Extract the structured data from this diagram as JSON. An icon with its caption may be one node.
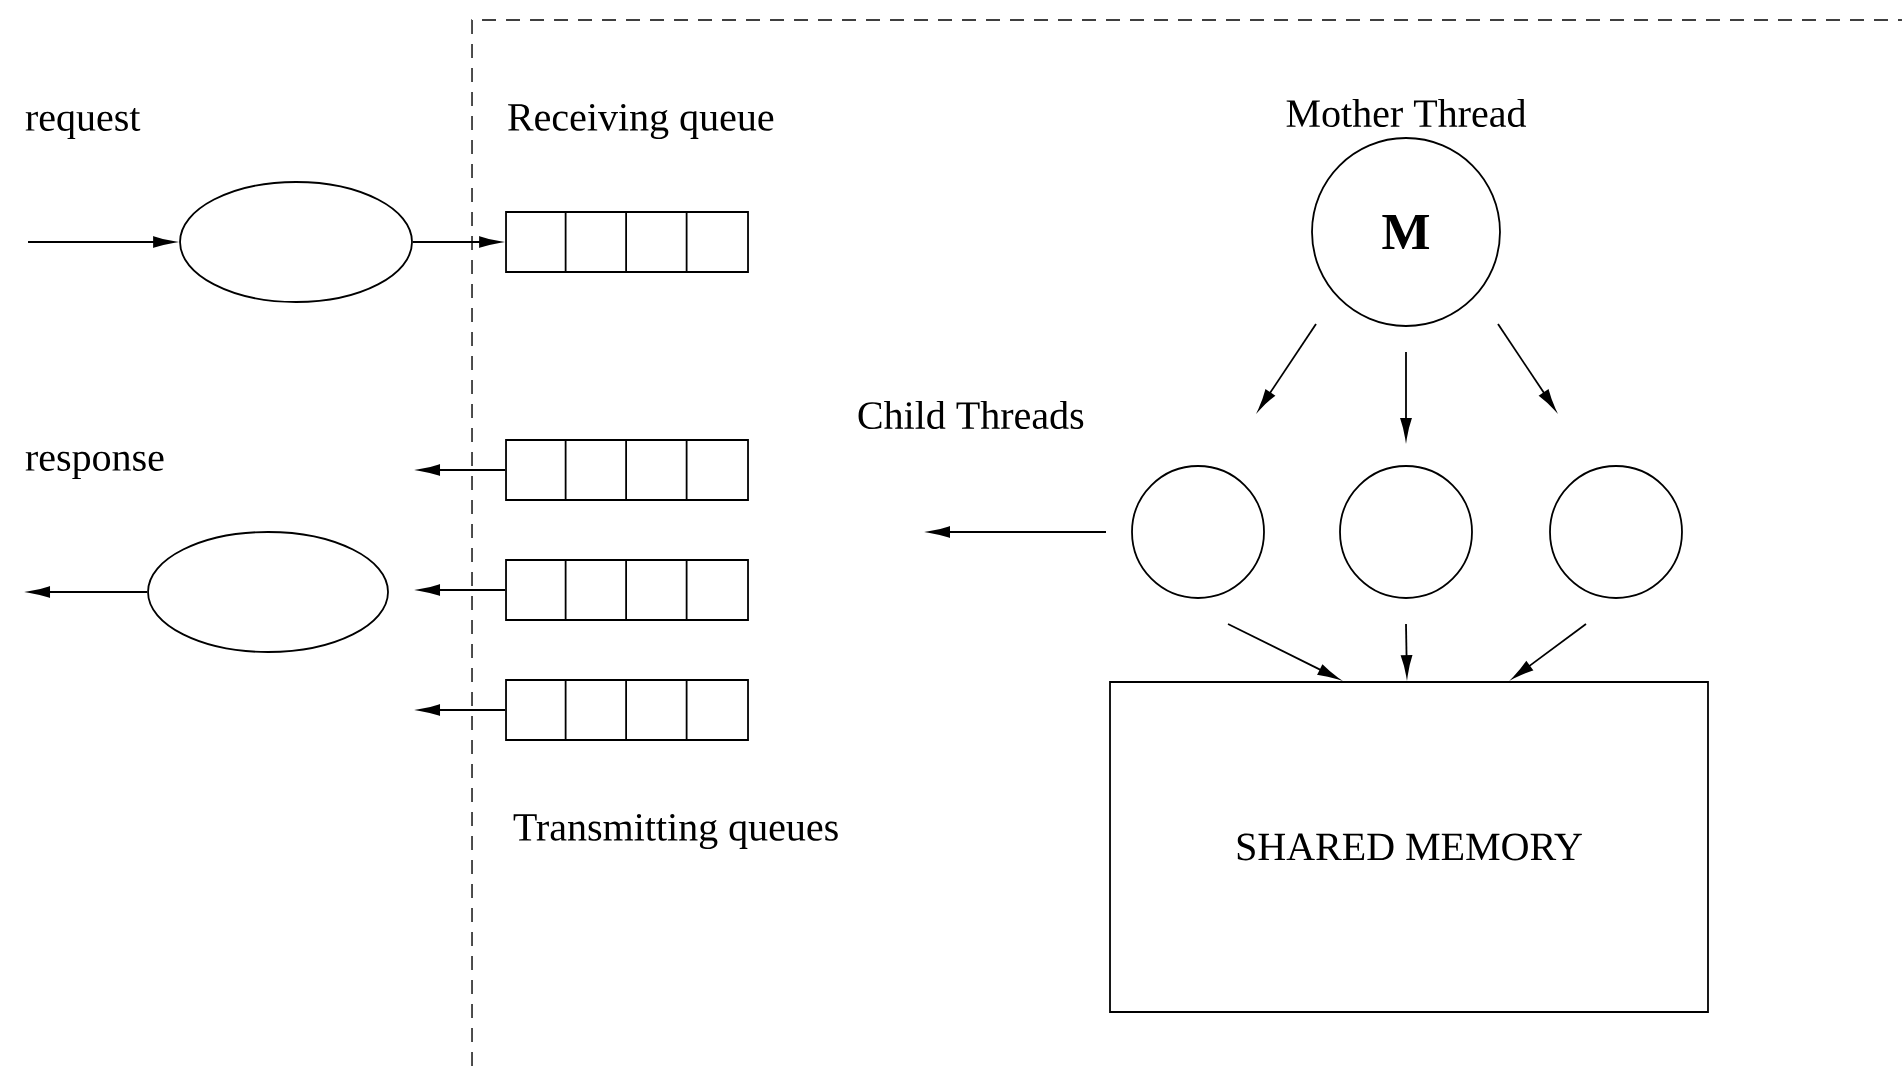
{
  "diagram": {
    "nodes": [
      {
        "text": [],
        "shape": "ellipse",
        "beside": [
          "request"
        ]
      },
      {
        "text": [],
        "shape": "ellipse",
        "beside": [
          "response"
        ]
      },
      {
        "text": [],
        "shape": "box",
        "beside": [
          "Receiving queue"
        ]
      },
      {
        "text": [],
        "shape": "box"
      },
      {
        "text": [],
        "shape": "box"
      },
      {
        "text": [],
        "shape": "box"
      },
      {
        "text": [
          "M"
        ],
        "beside": [
          "Mother Thread"
        ]
      },
      {
        "text": [],
        "shape": "circle"
      },
      {
        "text": [],
        "shape": "circle"
      },
      {
        "text": [],
        "shape": "circle"
      },
      {
        "text": [
          "SHARED MEMORY"
        ]
      }
    ],
    "edges": [
      {
        "from": null,
        "to": 0,
        "arrow": "to"
      },
      {
        "from": 0,
        "to": 2,
        "arrow": "to"
      },
      {
        "from": 3,
        "to": null,
        "arrow": "to"
      },
      {
        "from": 4,
        "to": null,
        "arrow": "to"
      },
      {
        "from": 5,
        "to": null,
        "arrow": "to"
      },
      {
        "from": 1,
        "to": null,
        "arrow": "to"
      },
      {
        "from": 6,
        "to": 7,
        "arrow": "to"
      },
      {
        "from": 6,
        "to": 8,
        "arrow": "to"
      },
      {
        "from": 6,
        "to": 9,
        "arrow": "to"
      },
      {
        "from": 7,
        "to": null,
        "arrow": "to"
      },
      {
        "from": 7,
        "to": 10,
        "arrow": "to"
      },
      {
        "from": 8,
        "to": 10,
        "arrow": "to"
      },
      {
        "from": 9,
        "to": 10,
        "arrow": "to"
      }
    ],
    "labels": [
      "Child Threads",
      "Transmitting queues"
    ]
  }
}
